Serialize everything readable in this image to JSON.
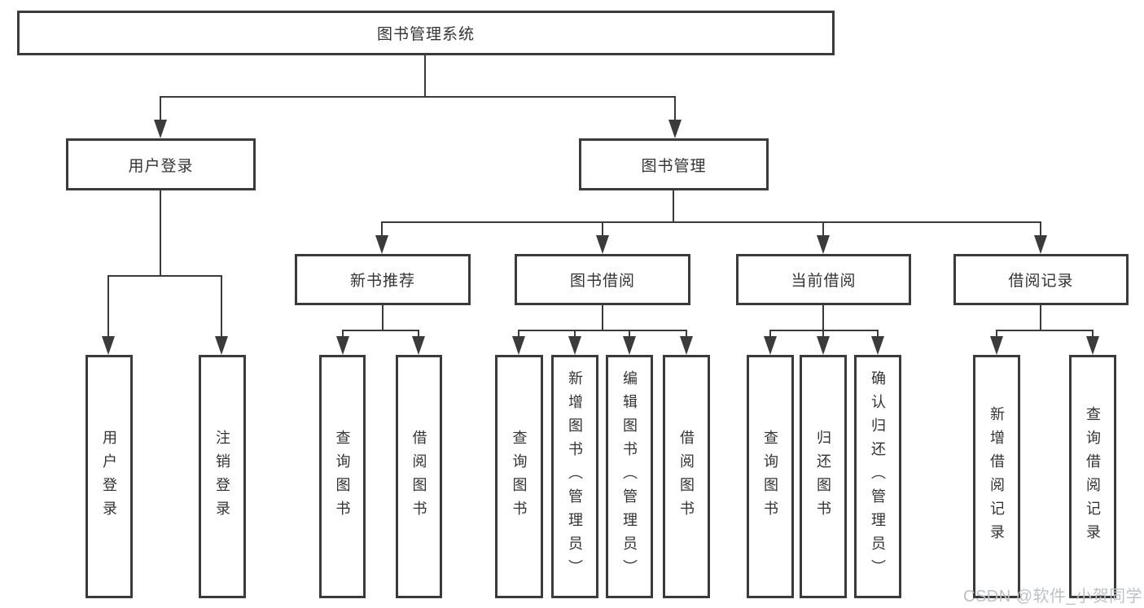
{
  "diagram": {
    "root": {
      "label": "图书管理系统"
    },
    "level2": {
      "user_login": {
        "label": "用户登录"
      },
      "book_management": {
        "label": "图书管理"
      }
    },
    "level3": {
      "new_book_recommend": {
        "label": "新书推荐"
      },
      "book_borrow": {
        "label": "图书借阅"
      },
      "current_borrow": {
        "label": "当前借阅"
      },
      "borrow_records": {
        "label": "借阅记录"
      }
    },
    "leaves": {
      "login": [
        "用户登录",
        "注销登录"
      ],
      "recommend": [
        "查询图书",
        "借阅图书"
      ],
      "borrow": [
        "查询图书",
        "新增图书（管理员）",
        "编辑图书（管理员）",
        "借阅图书"
      ],
      "current": [
        "查询图书",
        "归还图书",
        "确认归还（管理员）"
      ],
      "records": [
        "新增借阅记录",
        "查询借阅记录"
      ]
    }
  },
  "watermark": {
    "text": "CSDN @软件_小贺同学"
  },
  "colors": {
    "line": "#3b3b3b",
    "text": "#333333",
    "background": "#ffffff",
    "watermark": "#bdc1c5"
  }
}
